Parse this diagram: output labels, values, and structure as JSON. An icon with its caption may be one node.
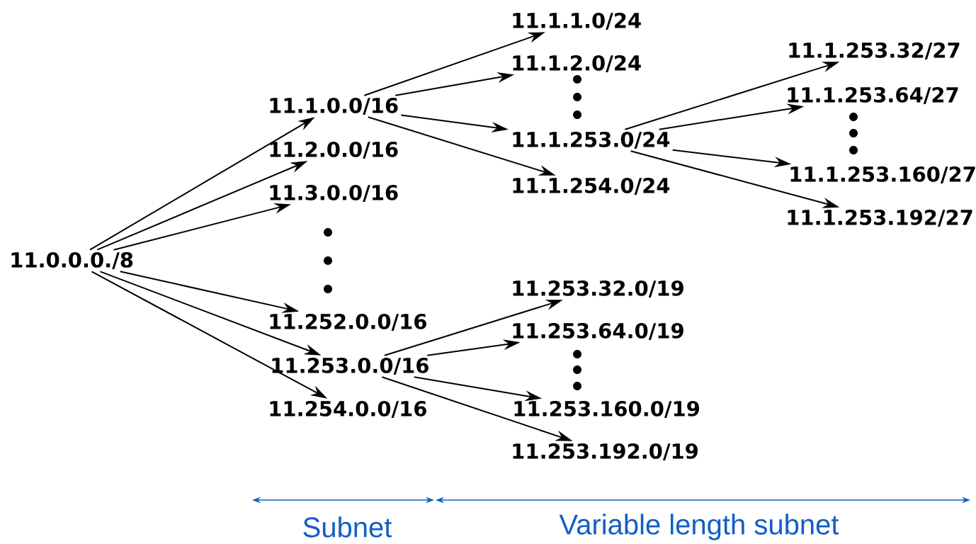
{
  "diagram": {
    "nodes": [
      {
        "text": [
          "11.0.0.0./8"
        ]
      },
      {
        "text": [
          "11.1.0.0/16"
        ]
      },
      {
        "text": [
          "11.2.0.0/16"
        ]
      },
      {
        "text": [
          "11.3.0.0/16"
        ]
      },
      {
        "text": [
          "11.252.0.0/16"
        ]
      },
      {
        "text": [
          "11.253.0.0/16"
        ]
      },
      {
        "text": [
          "11.254.0.0/16"
        ]
      },
      {
        "text": [
          "11.1.1.0/24"
        ]
      },
      {
        "text": [
          "11.1.2.0/24"
        ]
      },
      {
        "text": [
          "11.1.253.0/24"
        ]
      },
      {
        "text": [
          "11.1.254.0/24"
        ]
      },
      {
        "text": [
          "11.1.253.32/27"
        ]
      },
      {
        "text": [
          "11.1.253.64/27"
        ]
      },
      {
        "text": [
          "11.1.253.160/27"
        ]
      },
      {
        "text": [
          "11.1.253.192/27"
        ]
      },
      {
        "text": [
          "11.253.32.0/19"
        ]
      },
      {
        "text": [
          "11.253.64.0/19"
        ]
      },
      {
        "text": [
          "11.253.160.0/19"
        ]
      },
      {
        "text": [
          "11.253.192.0/19"
        ]
      }
    ],
    "edges": [
      {
        "from": 0,
        "to": 1,
        "arrow": "to"
      },
      {
        "from": 0,
        "to": 2,
        "arrow": "to"
      },
      {
        "from": 0,
        "to": 3,
        "arrow": "to"
      },
      {
        "from": 0,
        "to": 4,
        "arrow": "to"
      },
      {
        "from": 0,
        "to": 5,
        "arrow": "to"
      },
      {
        "from": 0,
        "to": 6,
        "arrow": "to"
      },
      {
        "from": 1,
        "to": 7,
        "arrow": "to"
      },
      {
        "from": 1,
        "to": 8,
        "arrow": "to"
      },
      {
        "from": 1,
        "to": 9,
        "arrow": "to"
      },
      {
        "from": 1,
        "to": 10,
        "arrow": "to"
      },
      {
        "from": 9,
        "to": 11,
        "arrow": "to"
      },
      {
        "from": 9,
        "to": 12,
        "arrow": "to"
      },
      {
        "from": 9,
        "to": 13,
        "arrow": "to"
      },
      {
        "from": 9,
        "to": 14,
        "arrow": "to"
      },
      {
        "from": 5,
        "to": 15,
        "arrow": "to"
      },
      {
        "from": 5,
        "to": 16,
        "arrow": "to"
      },
      {
        "from": 5,
        "to": 17,
        "arrow": "to"
      },
      {
        "from": 5,
        "to": 18,
        "arrow": "to"
      }
    ],
    "labels": [
      "Subnet",
      "Variable length subnet"
    ]
  }
}
